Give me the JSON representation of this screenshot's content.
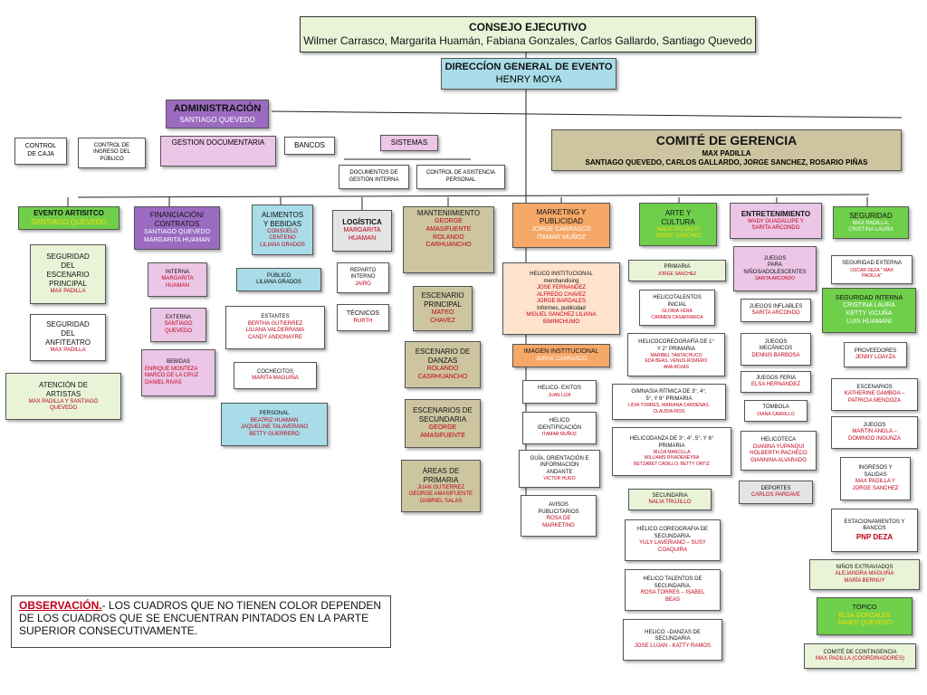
{
  "consejo": {
    "title": "CONSEJO EJECUTIVO",
    "members": "Wilmer Carrasco, Margarita Huamán, Fabiana Gonzales, Carlos Gallardo, Santiago Quevedo"
  },
  "direccion": {
    "title": "DIRECCÍON GENERAL DE EVENTO",
    "name": "HENRY MOYA"
  },
  "administracion": {
    "title": "ADMINISTRACIÓN",
    "name": "SANTIAGO QUEVEDO"
  },
  "comite_gerencia": {
    "title": "COMITÉ DE GERENCIA",
    "line1": "MAX PADILLA",
    "line2": "SANTIAGO QUEVEDO, CARLOS GALLARDO, JORGE SANCHEZ, ROSARIO PIÑAS"
  },
  "admin_units": {
    "control_caja": "CONTROL\nDE CAJA",
    "control_ingreso": "CONTROL DE\nINGRESO DEL\nPÚBLICO",
    "gestion": "GESTION DOCUMENTARIA",
    "bancos": "BANCOS",
    "sistemas": "SISTEMAS",
    "documentos": "DOCUMENTOS DE\nGESTIÓN INTERNA",
    "asistencia": "CONTROL DE ASISTENCIA\nPERSONAL"
  },
  "evento": {
    "title": "EVENTO ARTISITCO",
    "name": "SANTIAGO QUEVEDO",
    "seg_principal_t": "SEGURIDAD\nDEL\nESCENARIO\nPRINCIPAL",
    "seg_principal_n": "MAX PADILLA",
    "seg_anfi_t": "SEGURIDAD\nDEL\nANFITEATRO",
    "seg_anfi_n": "MAX PADILLA",
    "atencion_t": "ATENCIÓN DE\nARTISTAS",
    "atencion_n": "MAX PADILLA Y SANTIAGO\nQUEVEDO"
  },
  "financiacion": {
    "title": "FINANCIACIÓN/\nCONTRATOS",
    "names": "SANTIAGO QUEVEDO\nMARGARITA HUAMAN",
    "interna_t": "INTERNA",
    "interna_n": "MARGARITA\nHUAMAN",
    "externa_t": "EXTERNA",
    "externa_n": "SANTIAGO\nQUEVEDO",
    "bebidas_t": "BEBIDAS",
    "bebidas_n": "ENRIQUE MONTEZA\nMARCO DE LA CRUZ\nDANIEL RIVAS"
  },
  "alimentos": {
    "title": "ALIMENTOS\nY BEBIDAS",
    "names": "CONSUELO\nCENTENO\nLILIANA GRADOS",
    "publico_t": "PÚBLICO",
    "publico_n": "LILIANA GRADOS",
    "estantes_t": "ESTANTES",
    "estantes_n": "BERTHA GUTIERREZ\nLILIANA VALDERRAMA\nCANDY ANDONAYRE",
    "coche_t": "COCHECITOS",
    "coche_n": "MARITA MAGUIÑA",
    "personal_t": "PERSONAL",
    "personal_n": "BEATRIZ HUAMAN\nJAQUELINE TALAVERANO\nBETTY GUERRERO"
  },
  "logistica": {
    "title": "LOGÍSTICA",
    "names": "MARGARITA\nHUAMAN",
    "reparto_t": "REPARTO\nINTERNO",
    "reparto_n": "JAIRO",
    "tecnicos_t": "TÉCNICOS",
    "tecnicos_n": "RURTH"
  },
  "mantenimiento": {
    "title": "MANTENIIMIENTO",
    "names": "GEORGE\nAMASIFUENTE\nROLANDO\nCARHUANCHO",
    "esc_principal_t": "ESCENARIO\nPRINCIPAL",
    "esc_principal_n": "MATEO\nCHAVEZ",
    "esc_danzas_t": "ESCENARIO DE\nDANZAS",
    "esc_danzas_n": "ROLANDO\nCASRHUANCHO",
    "esc_secundaria_t": "ESCENARIOS DE\nSECUNDARIA",
    "esc_secundaria_n": "GEORGE\nAMASIFUENTE",
    "areas_t": "ÁREAS DE\nPRIMARIA",
    "areas_n": "JUAN GUTIERREZ\nGEORGE AMASIFUENTE\nGABRIEL SALAS"
  },
  "marketing": {
    "title": "MARKETING Y\nPUBLICIDAD",
    "names": "JORGE CARRASCO\nITAMAR MUÑOZ",
    "helico_t": "HELICO INSTITUCIONAL\nmerchandising",
    "helico_n1": "JOSE FERNANDEZ\nALFREDO CHAVEZ\nJORGE BARDALES",
    "helico_t2": "Informes, publicidad",
    "helico_n2": "MIGUEL SANCHEZ LILIANA\nBIMIMCHUMO",
    "imagen_t": "IMAGEN INSTITUCIONAL",
    "imagen_n": "JORGE CARRASCO",
    "exitos_t": "HELICO- EXITOS",
    "exitos_n": "JUAN LIZA",
    "ident_t": "HELICO\nIDENTIFICACIÓN",
    "ident_n": "ITAMAR MUÑOZ",
    "guia_t": "GUÍA, ORIENTACIÓN E\nINFORMACIÓN\nANDANTE",
    "guia_n": "VICTOR HUGO",
    "avisos_t": "AVISOS\nPUBLICITARIOS",
    "avisos_n": "ROSA DE\nMARKETING"
  },
  "arte": {
    "title": "ARTE Y\nCULTURA",
    "names": "NALIA TRUJILLO\nJORGE SANCHEZ",
    "primaria_t": "PRIMARIA",
    "primaria_n": "JORGE SANCHEZ",
    "talentos_t": "HELICOTALENTOS\nINICIAL",
    "talentos_n": "GLORIA VERA\nCARMEN CASAFRANCA",
    "coreo_t": "HELICOCOREOGRAFÍA DE 1°\nY 2° PRIMARIA",
    "coreo_n": "MARIBEL TANTACHUCO\nEDA BEAS, VENUS ROMERO\nANA ROJAS",
    "gimnasia_t": "GIMNASIA RÍTMICA DE 3°, 4°,\n5°, Y 6°   PRIMARIA",
    "gimnasia_n": "LIDIA TORRES, MARIANA CARDENAS.\nCLAUDIA RIOS",
    "danza_t": "HELICODANZA  DE 3°, 4°, 5°, Y 6°\nPRIMARIA",
    "danza_n": "NILDA MANCILLA\nWILLIAMS RIVADENEYRA\nBETZABET CADILLO, BETTY ORTIZ",
    "secundaria_t": "SECUNDARIA",
    "secundaria_n": "NALIA TRUJILLO",
    "coreo_sec_t": "HELICO COREOGRAFIA DE\nSECUNDARIA.",
    "coreo_sec_n": "YULY LAVERIANO – SUSY\nCOAQUIRA",
    "tal_sec_t": "HELICO TALENTOS DE\nSECUNDARIA.",
    "tal_sec_n": "ROSA TORRES – ISABEL\nBEAS",
    "danz_sec_t": "HELICO –DANZAS DE\nSECUNDARIA",
    "danz_sec_n": "JOSE LUJAN - KATTY RAMOS"
  },
  "entretenimiento": {
    "title": "ENTRETENIMIENTO",
    "names": "WADY GUADALUPE Y\nSARITA ARCONDO",
    "juegos_t": "JUEGOS\nPARA\nNIÑOS/ADOLESCENTES",
    "juegos_n": "SARITA ARCONDO",
    "inflables_t": "JUEGOS INFLABLES",
    "inflables_n": "SARITA ARCONDO",
    "mecanicos_t": "JUEGOS\nMECÁNICOS",
    "mecanicos_n": "DENNIS BARBOSA",
    "feria_t": "JUEGOS FERIA",
    "feria_n": "ELSA HERNANDEZ",
    "tombola_t": "TÓMBOLA",
    "tombola_n": "DIANA CARRILLO",
    "helicoteca_t": "HELICOTECA",
    "helicoteca_n": "GIANINA YUPANQUI\nHOLBERTH PACHECO\nGIANNINA ALVARADO",
    "deportes_t": "DEPORTES",
    "deportes_n": "CARLOS PARDAVE"
  },
  "seguridad": {
    "title": "SEGURIDAD",
    "names": "MAX PADILLA,\nCRISTINA LAURA",
    "externa_t": "SEGURIDAD EXTERNA",
    "externa_n": "OSCAR DEZA \" MAX\nPADILLA\"",
    "interna_t": "SEGURIDAD INTERNA",
    "interna_n": "CRISTINA LAURA\nKETTY VICUÑA\nLUIS HUAMANI",
    "proveedores_t": "PROVEEDORES",
    "proveedores_n": "JENNY LOAYZA",
    "escenarios_t": "ESCENARIOS",
    "escenarios_n": "KATHERINE GAMBOA –\nPATRICIA MENDOZA",
    "juegos_t": "JUEGOS",
    "juegos_n": "MARTIN ANGLA –\nDOMINGO INGUNZA",
    "ingresos_t": "INGRESOS Y\nSALIDAS",
    "ingresos_n": "MAX PADILLA Y\nJORGE SANCHEZ",
    "estac_t": "ESTACIONAMIENTOS Y\nBANCOS",
    "estac_n": "PNP DEZA",
    "ninos_t": "NIÑOS EXTRAVIADOS",
    "ninos_n": "ALEJANDRA MAGUIÑA\nMARÍA BERNUY",
    "topico_t": "TÓPICO",
    "topico_n": "ELSA GONZALES\nJAVIER QUEVEDO",
    "contingencia_t": "COMITÉ DE CONTINGENCIA",
    "contingencia_n": "MAX PADILLA   (COORDINADORES)"
  },
  "observacion": {
    "label": "OBSERVACIÓN.",
    "text": "- LOS CUADROS QUE NO TIENEN COLOR DEPENDEN DE LOS CUADROS QUE SE ENCUENTRAN PINTADOS EN LA PARTE SUPERIOR CONSECUTIVAMENTE."
  },
  "colors": {
    "green_light": "#e8f3d8",
    "teal": "#a8dce8",
    "purple": "#9a6bc0",
    "pink": "#ecc6e6",
    "tan": "#cdc5a0",
    "orange": "#f6a868",
    "green": "#6fcf4b",
    "gray": "#e4e4e4"
  }
}
